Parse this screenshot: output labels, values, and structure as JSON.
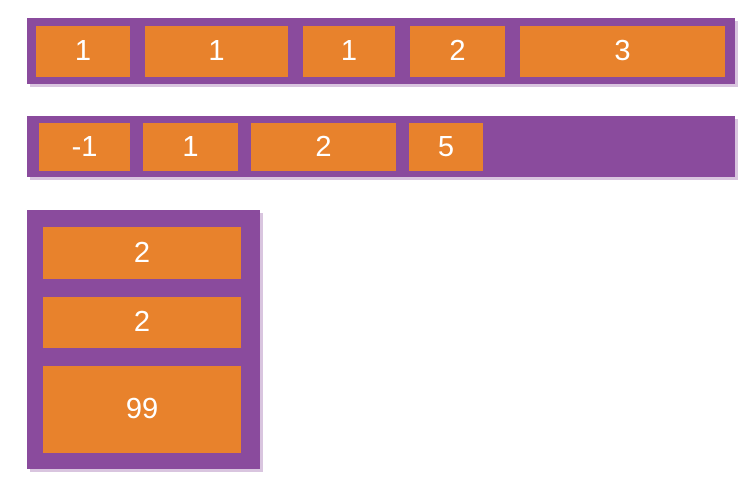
{
  "demo": {
    "colors": {
      "container_purple": "#8a4b9d",
      "item_orange": "#e8822c",
      "label_text": "#ffffff",
      "page_background": "#ffffff"
    },
    "containers": [
      {
        "id": "flex-row-1",
        "orientation": "row",
        "items": [
          {
            "label": "1"
          },
          {
            "label": "1"
          },
          {
            "label": "1"
          },
          {
            "label": "2"
          },
          {
            "label": "3"
          }
        ]
      },
      {
        "id": "flex-row-2",
        "orientation": "row",
        "items": [
          {
            "label": "-1"
          },
          {
            "label": "1"
          },
          {
            "label": "2"
          },
          {
            "label": "5"
          }
        ]
      },
      {
        "id": "flex-column-1",
        "orientation": "column",
        "items": [
          {
            "label": "2"
          },
          {
            "label": "2"
          },
          {
            "label": "99"
          }
        ]
      }
    ]
  }
}
